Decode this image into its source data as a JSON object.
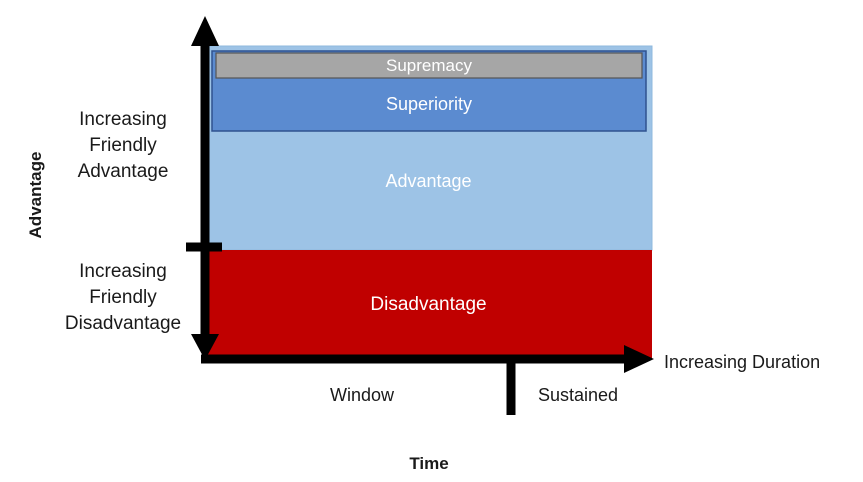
{
  "bands": {
    "supremacy": "Supremacy",
    "superiority": "Superiority",
    "advantage": "Advantage",
    "disadvantage": "Disadvantage"
  },
  "y_axis": {
    "title": "Advantage",
    "upper_label": [
      "Increasing",
      "Friendly",
      "Advantage"
    ],
    "lower_label": [
      "Increasing",
      "Friendly",
      "Disadvantage"
    ]
  },
  "x_axis": {
    "title": "Time",
    "end_label": "Increasing Duration",
    "segments": [
      "Window",
      "Sustained"
    ]
  },
  "colors": {
    "supremacy": "#a6a6a6",
    "superiority": "#5b8bd0",
    "advantage": "#9dc3e6",
    "disadvantage": "#c00000",
    "axis": "#000000"
  }
}
